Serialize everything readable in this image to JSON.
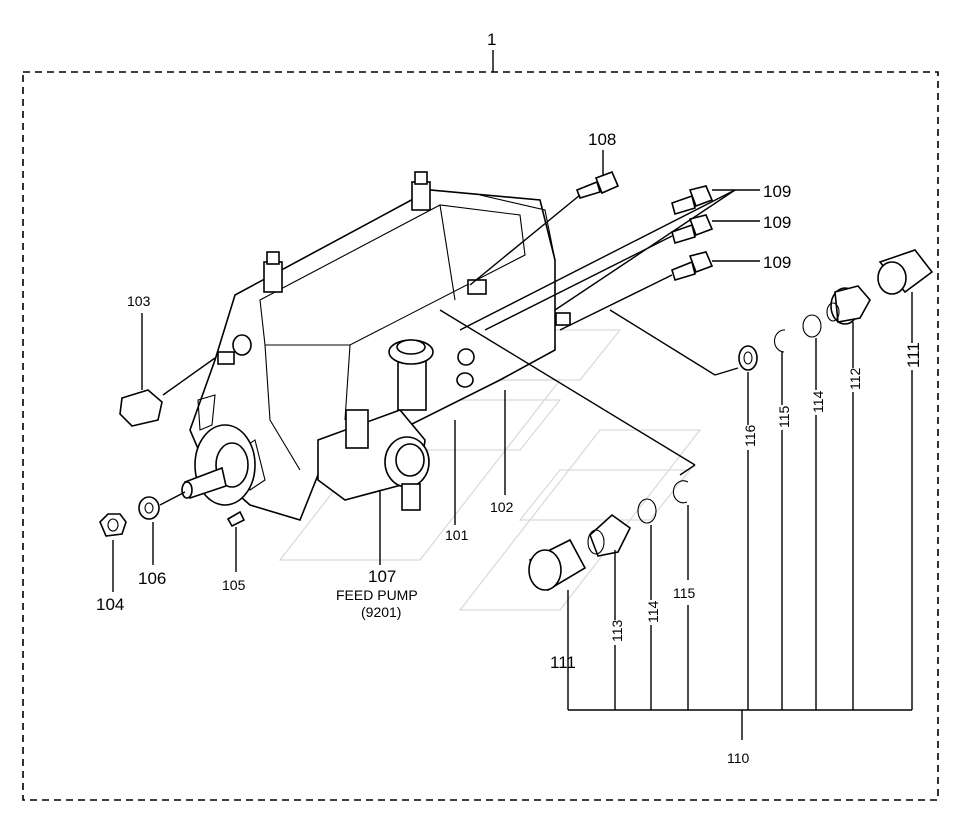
{
  "assembly": {
    "callout": "1"
  },
  "labels": {
    "p101": "101",
    "p102": "102",
    "p103": "103",
    "p104": "104",
    "p105": "105",
    "p106": "106",
    "p107": "107",
    "p108": "108",
    "p109a": "109",
    "p109b": "109",
    "p109c": "109",
    "p110": "110",
    "p111a": "111",
    "p111b": "111",
    "p112": "112",
    "p113": "113",
    "p114a": "114",
    "p114b": "114",
    "p115a": "115",
    "p115b": "115",
    "p116": "116"
  },
  "feed_pump": {
    "name": "FEED PUMP",
    "code": "(9201)"
  }
}
